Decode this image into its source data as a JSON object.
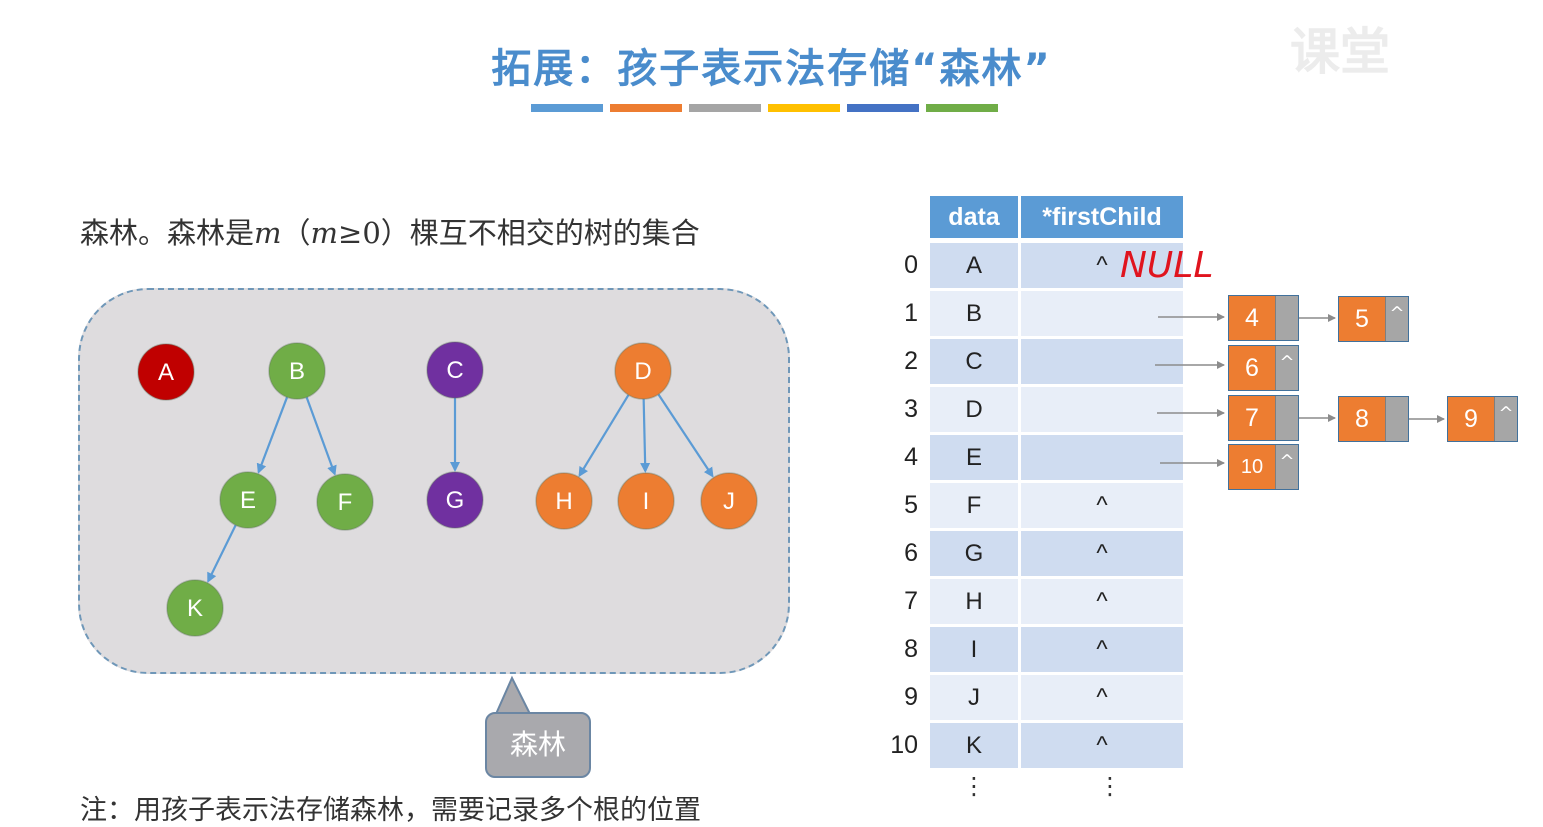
{
  "title": "拓展：孩子表示法存储“森林”",
  "color_bars": [
    "#5b9bd5",
    "#ed7d31",
    "#a5a5a5",
    "#ffc000",
    "#4472c4",
    "#70ad47"
  ],
  "watermark": "课堂",
  "intro": {
    "prefix": "森林。森林是",
    "m": "m",
    "paren_open": "（",
    "m2": "m",
    "ge0": "≥0",
    "paren_close": "）",
    "suffix": "棵互不相交的树的集合"
  },
  "forest": {
    "nodes": [
      {
        "id": "A",
        "color": "#c00000"
      },
      {
        "id": "B",
        "color": "#70ad47"
      },
      {
        "id": "C",
        "color": "#7030a0"
      },
      {
        "id": "D",
        "color": "#ed7d31"
      },
      {
        "id": "E",
        "color": "#70ad47"
      },
      {
        "id": "F",
        "color": "#70ad47"
      },
      {
        "id": "G",
        "color": "#7030a0"
      },
      {
        "id": "H",
        "color": "#ed7d31"
      },
      {
        "id": "I",
        "color": "#ed7d31"
      },
      {
        "id": "J",
        "color": "#ed7d31"
      },
      {
        "id": "K",
        "color": "#70ad47"
      }
    ],
    "edges": [
      [
        "B",
        "E"
      ],
      [
        "B",
        "F"
      ],
      [
        "E",
        "K"
      ],
      [
        "C",
        "G"
      ],
      [
        "D",
        "H"
      ],
      [
        "D",
        "I"
      ],
      [
        "D",
        "J"
      ]
    ],
    "arrow_color": "#5b9bd5"
  },
  "callout_label": "森林",
  "note": "注：用孩子表示法存储森林，需要记录多个根的位置",
  "table": {
    "headers": [
      "data",
      "*firstChild"
    ],
    "rows": [
      {
        "index": "0",
        "data": "A",
        "firstChild": "^"
      },
      {
        "index": "1",
        "data": "B",
        "firstChild": ""
      },
      {
        "index": "2",
        "data": "C",
        "firstChild": ""
      },
      {
        "index": "3",
        "data": "D",
        "firstChild": ""
      },
      {
        "index": "4",
        "data": "E",
        "firstChild": ""
      },
      {
        "index": "5",
        "data": "F",
        "firstChild": "^"
      },
      {
        "index": "6",
        "data": "G",
        "firstChild": "^"
      },
      {
        "index": "7",
        "data": "H",
        "firstChild": "^"
      },
      {
        "index": "8",
        "data": "I",
        "firstChild": "^"
      },
      {
        "index": "9",
        "data": "J",
        "firstChild": "^"
      },
      {
        "index": "10",
        "data": "K",
        "firstChild": "^"
      }
    ],
    "ellipsis": "⋮",
    "null_annotation": "NULL"
  },
  "child_lists": {
    "row1": [
      "4",
      "5"
    ],
    "row2": [
      "6"
    ],
    "row3": [
      "7",
      "8",
      "9"
    ],
    "row4": [
      "10"
    ],
    "null_mark": "^"
  }
}
